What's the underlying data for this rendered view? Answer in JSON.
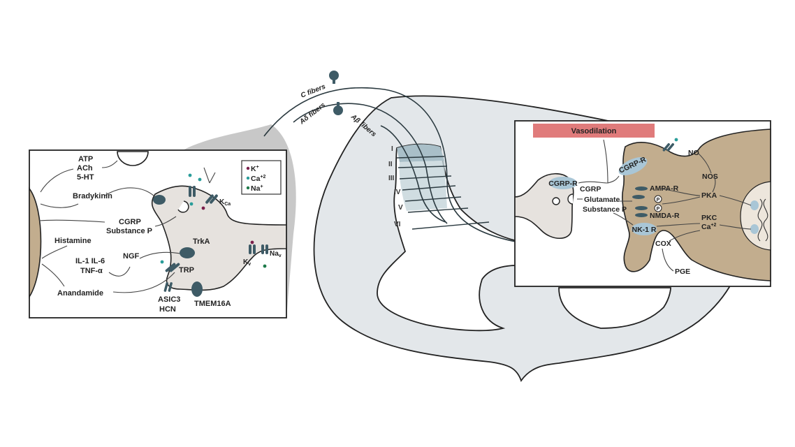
{
  "fibers": {
    "c": "C fibers",
    "a_delta": "Aδ fibers",
    "a_beta": "Aβ fibers"
  },
  "laminae": [
    "I",
    "II",
    "III",
    "IV",
    "V",
    "VI"
  ],
  "peripheral_panel": {
    "mediators": {
      "atp": "ATP",
      "ach": "ACh",
      "serotonin": "5-HT",
      "bradykinin": "Bradykinin",
      "cgrp": "CGRP",
      "substance_p": "Substance P",
      "histamine": "Histamine",
      "interleukins": "IL-1 IL-6",
      "tnf": "TNF-α",
      "ngf": "NGF",
      "anandamide": "Anandamide"
    },
    "channels": {
      "trka": "TrkA",
      "trp": "TRP",
      "asic3": "ASIC3",
      "hcn": "HCN",
      "tmem16a": "TMEM16A",
      "kca": "K",
      "kca_sub": "Ca",
      "kv": "K",
      "kv_sub": "v",
      "nav": "Na",
      "nav_sub": "v"
    },
    "legend": [
      {
        "label": "K",
        "sup": "+",
        "color": "#7a1e4a"
      },
      {
        "label": "Ca",
        "sup": "+2",
        "color": "#2a9d9a"
      },
      {
        "label": "Na",
        "sup": "+",
        "color": "#1e7a4a"
      }
    ]
  },
  "central_panel": {
    "banner": "Vasodilation",
    "receptors": {
      "cgrp_r_pre": "CGRP-R",
      "cgrp_r_post": "CGRP-R",
      "ampa_r": "AMPA-R",
      "nmda_r": "NMDA-R",
      "nk1_r": "NK-1 R"
    },
    "transmitters": {
      "cgrp": "CGRP",
      "glutamate": "Glutamate",
      "substance_p": "Substance P"
    },
    "signaling": {
      "no": "NO",
      "nos": "NOS",
      "pka": "PKA",
      "pkc": "PKC",
      "ca": "Ca",
      "ca_sup": "+2",
      "cox": "COX",
      "pge": "PGE",
      "phospho": "P"
    }
  },
  "colors": {
    "cord_fill": "#e3e7ea",
    "dorsal_horn_shade": "#a9bfc8",
    "neuron_tan": "#c2ad8e",
    "neuron_grey": "#e6e2de",
    "channel": "#3e5b66",
    "receptor_blue": "#a9c6d6",
    "banner": "#e07b7b",
    "zoom_cone": "#c8c8c8"
  }
}
